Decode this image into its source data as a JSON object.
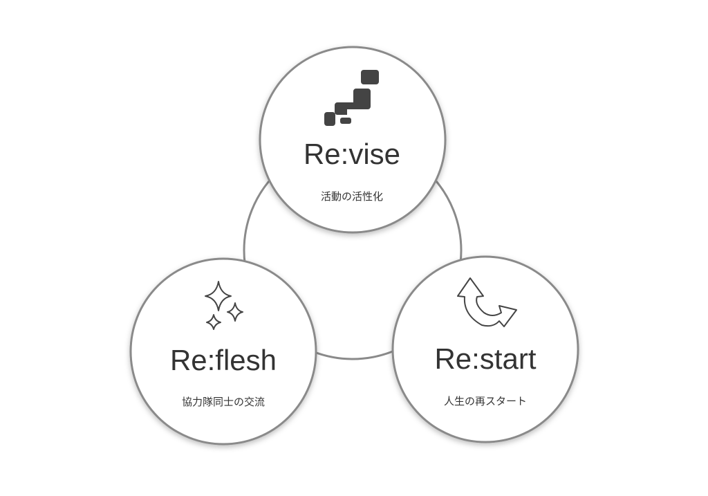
{
  "colors": {
    "stroke": "#8a8a8a",
    "text": "#333333",
    "icon": "#444444"
  },
  "nodes": [
    {
      "title": "Re:vise",
      "subtitle": "活動の活性化",
      "icon": "japan-map-icon"
    },
    {
      "title": "Re:flesh",
      "subtitle": "協力隊同士の交流",
      "icon": "sparkle-icon"
    },
    {
      "title": "Re:start",
      "subtitle": "人生の再スタート",
      "icon": "curved-arrow-icon"
    }
  ]
}
